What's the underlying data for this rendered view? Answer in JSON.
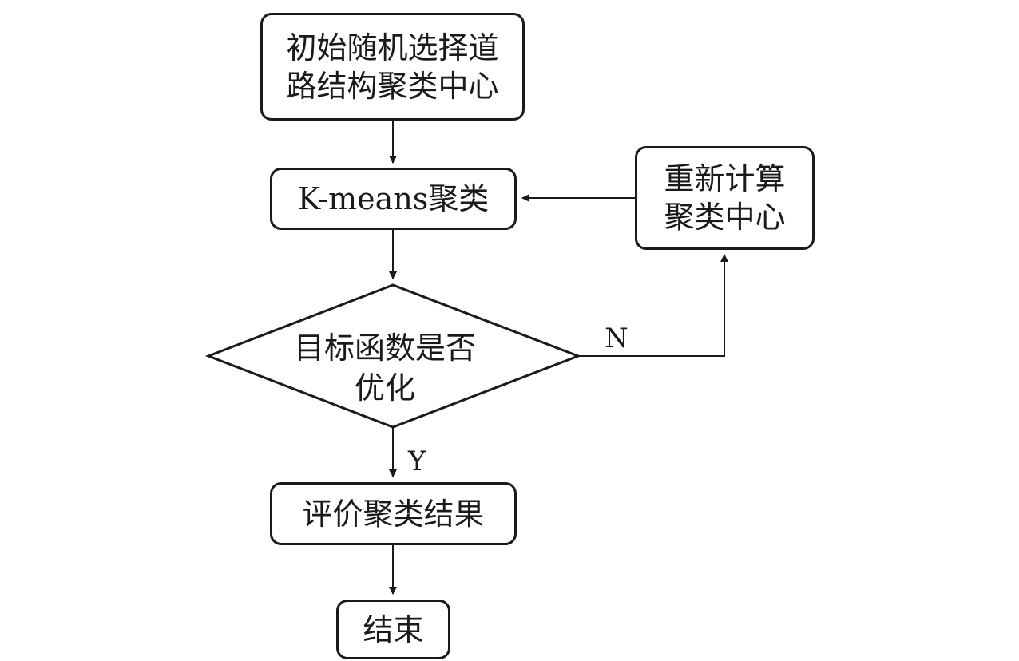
{
  "diagram": {
    "nodes": {
      "start": "初始随机选择道\n路结构聚类中心",
      "kmeans": "K-means聚类",
      "recompute": "重新计算\n聚类中心",
      "decision": "目标函数是否\n优化",
      "evaluate": "评价聚类结果",
      "end": "结束"
    },
    "edge_labels": {
      "no": "N",
      "yes": "Y"
    }
  }
}
